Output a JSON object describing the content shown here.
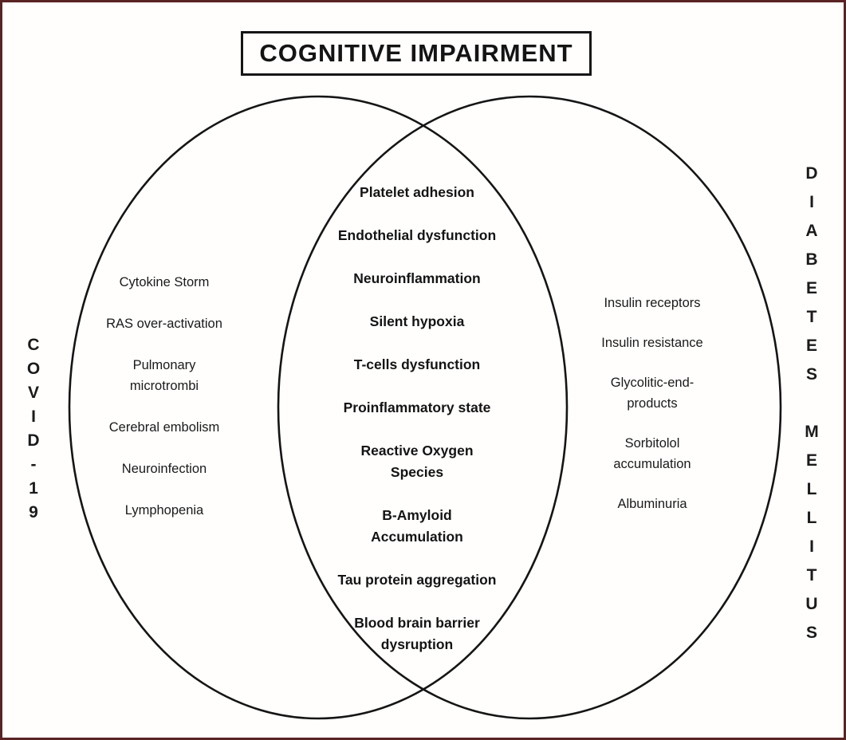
{
  "diagram": {
    "type": "venn",
    "title": "COGNITIVE IMPAIRMENT",
    "left_set": {
      "label": "COVID-19",
      "items": [
        "Cytokine Storm",
        "RAS over-activation",
        "Pulmonary\nmicrotrombi",
        "Cerebral embolism",
        "Neuroinfection",
        "Lymphopenia"
      ]
    },
    "intersection": {
      "items": [
        "Platelet adhesion",
        "Endothelial dysfunction",
        "Neuroinflammation",
        "Silent hypoxia",
        "T-cells dysfunction",
        "Proinflammatory state",
        "Reactive Oxygen\nSpecies",
        "B-Amyloid\nAccumulation",
        "Tau protein aggregation",
        "Blood brain barrier\ndysruption"
      ]
    },
    "right_set": {
      "label": "DIABETES MELLITUS",
      "items": [
        "Insulin receptors",
        "Insulin resistance",
        "Glycolitic-end-\nproducts",
        "Sorbitolol\naccumulation",
        "Albuminuria"
      ]
    },
    "colors": {
      "frame_border": "#5a2424",
      "circle_stroke": "#151515",
      "text": "#1a1a1a",
      "background": "#ffffff"
    }
  }
}
